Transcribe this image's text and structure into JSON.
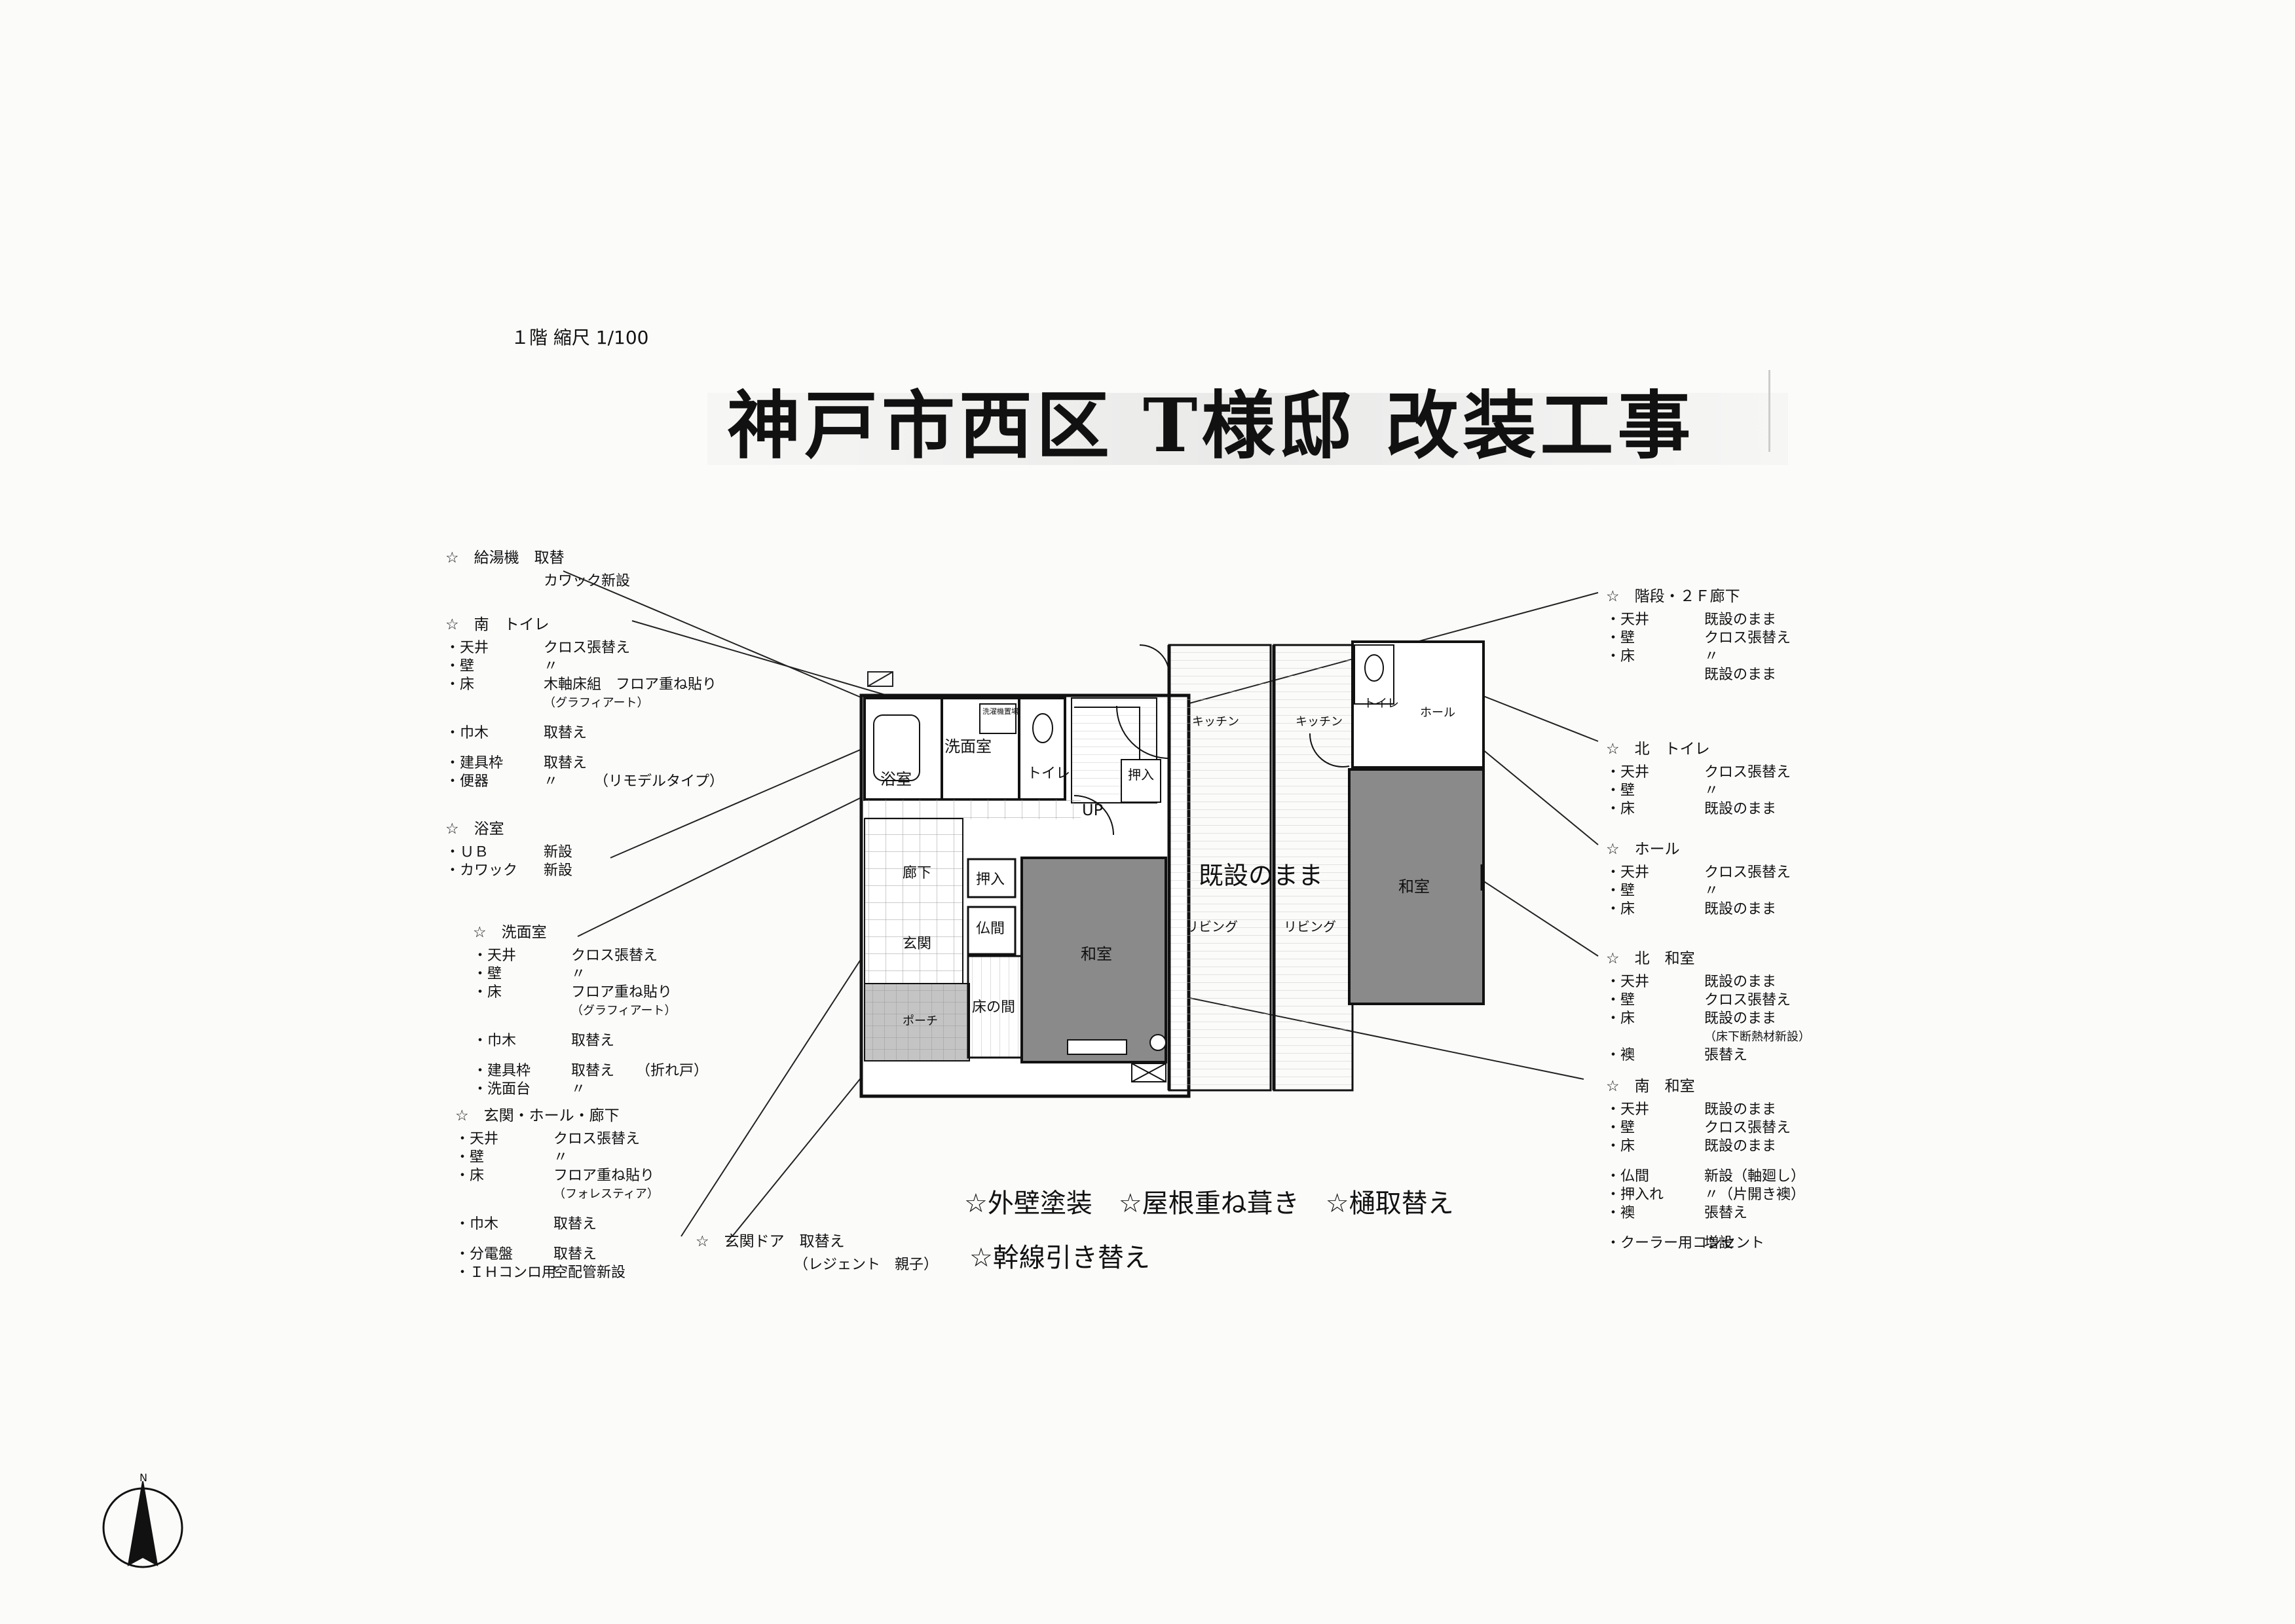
{
  "header": {
    "scale_label": "１階 縮尺 1/100",
    "title": "神戸市西区 T様邸 改装工事"
  },
  "left_notes": [
    {
      "id": "boiler",
      "heading": "☆　給湯機　取替",
      "rows": [
        {
          "k": "",
          "v": "カワック新設"
        }
      ]
    },
    {
      "id": "south-toilet",
      "heading": "☆　南　トイレ",
      "rows": [
        {
          "k": "・天井",
          "v": "クロス張替え"
        },
        {
          "k": "・壁",
          "v": "〃"
        },
        {
          "k": "・床",
          "v": "木軸床組　フロア重ね貼り",
          "sub": "（グラフィアート）"
        },
        {
          "gap": true
        },
        {
          "k": "・巾木",
          "v": "取替え"
        },
        {
          "gap": true
        },
        {
          "k": "・建具枠",
          "v": "取替え"
        },
        {
          "k": "・便器",
          "v": "〃　　　（リモデルタイプ）"
        }
      ]
    },
    {
      "id": "bath",
      "heading": "☆　浴室",
      "rows": [
        {
          "k": "・ＵＢ",
          "v": "新設"
        },
        {
          "k": "・カワック",
          "v": "新設"
        }
      ]
    },
    {
      "id": "washroom",
      "heading": "☆　洗面室",
      "rows": [
        {
          "k": "・天井",
          "v": "クロス張替え"
        },
        {
          "k": "・壁",
          "v": "〃"
        },
        {
          "k": "・床",
          "v": "フロア重ね貼り",
          "sub": "（グラフィアート）"
        },
        {
          "gap": true
        },
        {
          "k": "・巾木",
          "v": "取替え"
        },
        {
          "gap": true
        },
        {
          "k": "・建具枠",
          "v": "取替え　　（折れ戸）"
        },
        {
          "k": "・洗面台",
          "v": "〃"
        }
      ]
    },
    {
      "id": "entrance",
      "heading": "☆　玄関・ホール・廊下",
      "rows": [
        {
          "k": "・天井",
          "v": "クロス張替え"
        },
        {
          "k": "・壁",
          "v": "〃"
        },
        {
          "k": "・床",
          "v": "フロア重ね貼り",
          "sub": "（フォレスティア）"
        },
        {
          "gap": true
        },
        {
          "k": "・巾木",
          "v": "取替え"
        },
        {
          "gap": true
        },
        {
          "k": "・分電盤",
          "v": "取替え"
        },
        {
          "k": "・ＩＨコンロ用",
          "v": "空配管新設"
        }
      ]
    },
    {
      "id": "entrance-door",
      "heading": "☆　玄関ドア　取替え",
      "rows": [
        {
          "k": "",
          "v": "（レジェント　親子）"
        }
      ]
    }
  ],
  "right_notes": [
    {
      "id": "stairs",
      "heading": "☆　階段・２Ｆ廊下",
      "rows": [
        {
          "k": "・天井",
          "v": "既設のまま"
        },
        {
          "k": "・壁",
          "v": "クロス張替え"
        },
        {
          "k": "・床",
          "v": "〃"
        },
        {
          "k": "",
          "v": "既設のまま"
        }
      ]
    },
    {
      "id": "north-toilet",
      "heading": "☆　北　トイレ",
      "rows": [
        {
          "k": "・天井",
          "v": "クロス張替え"
        },
        {
          "k": "・壁",
          "v": "〃"
        },
        {
          "k": "・床",
          "v": "既設のまま"
        }
      ]
    },
    {
      "id": "hall",
      "heading": "☆　ホール",
      "rows": [
        {
          "k": "・天井",
          "v": "クロス張替え"
        },
        {
          "k": "・壁",
          "v": "〃"
        },
        {
          "k": "・床",
          "v": "既設のまま"
        }
      ]
    },
    {
      "id": "north-washitsu",
      "heading": "☆　北　和室",
      "rows": [
        {
          "k": "・天井",
          "v": "既設のまま"
        },
        {
          "k": "・壁",
          "v": "クロス張替え"
        },
        {
          "k": "・床",
          "v": "既設のまま",
          "sub": "（床下断熱材新設）"
        },
        {
          "k": "・襖",
          "v": "張替え"
        }
      ]
    },
    {
      "id": "south-washitsu",
      "heading": "☆　南　和室",
      "rows": [
        {
          "k": "・天井",
          "v": "既設のまま"
        },
        {
          "k": "・壁",
          "v": "クロス張替え"
        },
        {
          "k": "・床",
          "v": "既設のまま"
        },
        {
          "gap": true
        },
        {
          "k": "・仏間",
          "v": "新設（軸廻し）"
        },
        {
          "k": "・押入れ",
          "v": "〃（片開き襖）"
        },
        {
          "k": "・襖",
          "v": "張替え"
        },
        {
          "gap": true
        },
        {
          "k": "・クーラー用コンセント",
          "v": "増設"
        }
      ]
    }
  ],
  "bottom_notes": {
    "line1": "☆外壁塗装　☆屋根重ね葺き　☆樋取替え",
    "line2": "☆幹線引き替え"
  },
  "plan_labels": {
    "bath": "浴室",
    "washroom": "洗面室",
    "washer": "洗濯機置場",
    "toilet_s": "トイレ",
    "closet_s": "押入",
    "up": "UP",
    "corridor": "廊下",
    "oshiire": "押入",
    "butsuma": "仏間",
    "genkan": "玄関",
    "tokonoma": "床の間",
    "porch": "ポーチ",
    "washitsu_s": "和室",
    "kitchen_l": "キッチン",
    "kitchen_r": "キッチン",
    "living_l": "リビング",
    "living_r": "リビング",
    "existing": "既設のまま",
    "toilet_n": "トイレ",
    "hall": "ホール",
    "washitsu_n": "和室",
    "north": "N"
  },
  "colors": {
    "ink": "#111111",
    "shade_dark": "#8a8a8a",
    "shade_light": "#bdbdbd",
    "paper": "#fbfbfa"
  }
}
